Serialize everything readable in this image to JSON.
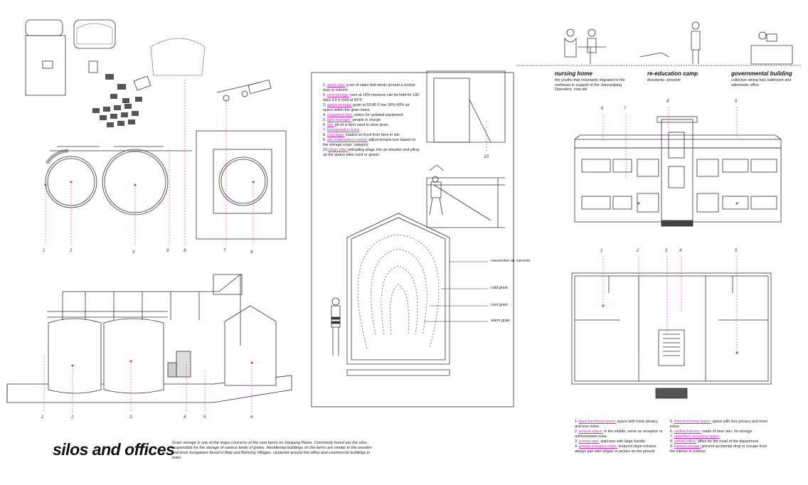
{
  "title": "silos and offices",
  "intro": "Grain storage is one of the major concerns of the vast farms on Sanjiang Plains. Commonly found are the silos, responsible for the storage of various kinds of grains. Residential buildings on the farms are similar to the wooden and brick bungalows found in Beiji and Beihong Villages, clustered around the office and commercial buildings in town.",
  "silo_plan_numbers": [
    "1",
    "2",
    "3",
    "9",
    "8",
    "7",
    "6"
  ],
  "silo_section_numbers": [
    "1",
    "2",
    "3",
    "4",
    "5",
    "6"
  ],
  "stair_number": "10",
  "silo_legend": [
    {
      "key": "spiral stair:",
      "text": " a set of stairs that winds around a central post or column."
    },
    {
      "key": "corn storage:",
      "text": " corn at 18% moisture can be held for 195 days if it is held at 50°F."
    },
    {
      "key": "grains storage:",
      "text": "  grain at 50-80 F has 30%-60% air space within the grain mass."
    },
    {
      "key": "equipment box:",
      "text": " unbox for updated equipment"
    },
    {
      "key": "farm manager:",
      "text": " people in charge"
    },
    {
      "key": "silo:",
      "text": " pit on a farm used to store grain."
    },
    {
      "key": "transportation truck",
      "text": ""
    },
    {
      "key": "crop bags:",
      "text": " loaded on truck from farm to silo"
    },
    {
      "key": "silo tempreature control:",
      "text": " adjust tempre-ture based on the storage crops' category"
    },
    {
      "key": "silage piles:",
      "text": "unloading silage into an elevator and piling up the quarry piles sand or gravel."
    }
  ],
  "silo_callouts": [
    "convection air currents",
    "cold grain",
    "cool grain",
    "warm grain"
  ],
  "categories": [
    {
      "heading": "nursing home",
      "text": "the youths that voluntarily migrated to the northeast in support of the Jiansanjiang Operation, now old"
    },
    {
      "heading": "re-education camp",
      "text": "dissidents--prisoner"
    },
    {
      "heading": "governmental building",
      "text": "collective dining hall, bathroom and administer office"
    }
  ],
  "elevation_numbers": [
    "6",
    "7",
    "8",
    "9"
  ],
  "floor_plan_numbers": [
    "1",
    "2",
    "3",
    "4",
    "5"
  ],
  "office_legend_left": [
    {
      "key": "back functional space:",
      "text": " space with more privacy and less noise."
    },
    {
      "key": "service space:",
      "text": " in the middle; serve as reception or adminstration zone."
    },
    {
      "key": "central stair:",
      "text": " staircase with large handle."
    },
    {
      "key": "grande entrance slope:",
      "text": " textured slope entrace; always pair with slogan or picture on the ground."
    }
  ],
  "office_legend_right": [
    {
      "key": "front functional space:",
      "text": " space with less privacy and more noise."
    },
    {
      "key": "rooftop balcony:",
      "text": " made of deer skin, for storage."
    },
    {
      "key": "upperfloor functional space",
      "text": ""
    },
    {
      "key": "central office:",
      "text": " office for the head of the department."
    },
    {
      "key": "framed window:",
      "text": " prevent accidental drop or escape from the interior to exterior."
    }
  ],
  "colors": {
    "accent": "#e020d0",
    "line": "#333333"
  }
}
